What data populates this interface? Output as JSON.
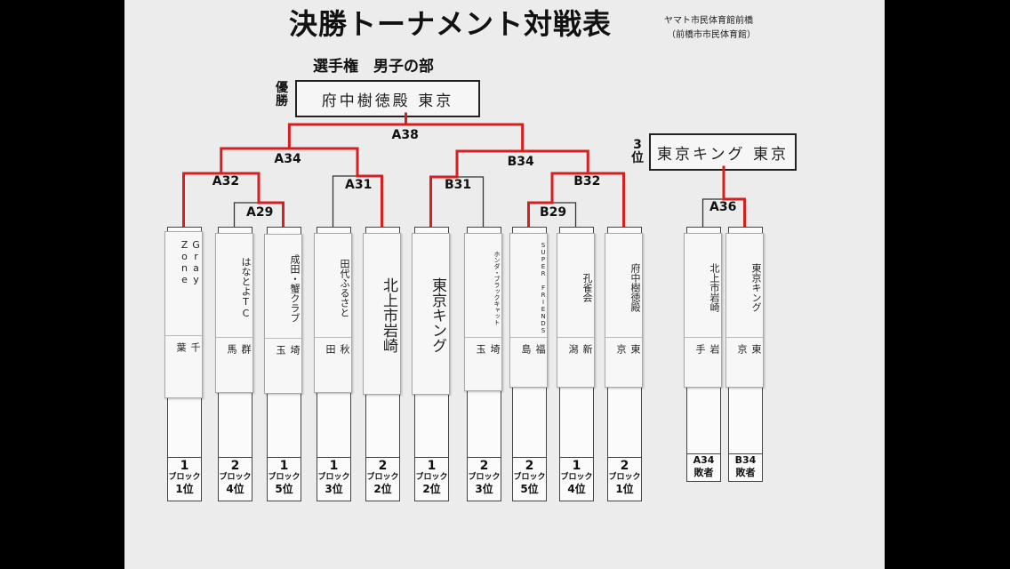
{
  "board": {
    "title": "決勝トーナメント対戦表",
    "venue_line1": "ヤマト市民体育館前橋",
    "venue_line2": "（前橋市市民体育館）",
    "subtitle": "選手権　男子の部",
    "champion_label": "優勝",
    "champion_name": "府中樹徳殿 東京",
    "third_label": "3位",
    "third_name": "東京キング 東京"
  },
  "matches": [
    "A38",
    "A34",
    "B34",
    "A32",
    "A31",
    "B31",
    "B32",
    "A29",
    "B29",
    "A36"
  ],
  "teams": [
    {
      "name": "Gray Zone",
      "pref": "千葉",
      "seed_no": "1",
      "seed_block": "ブロック",
      "seed_rank": "1位"
    },
    {
      "name": "はなとよTC",
      "pref": "群馬",
      "seed_no": "2",
      "seed_block": "ブロック",
      "seed_rank": "4位"
    },
    {
      "name": "成田・蟹クラブ",
      "pref": "埼玉",
      "seed_no": "1",
      "seed_block": "ブロック",
      "seed_rank": "5位"
    },
    {
      "name": "田代ふるさと",
      "pref": "秋田",
      "seed_no": "1",
      "seed_block": "ブロック",
      "seed_rank": "3位"
    },
    {
      "name": "北上市岩崎",
      "pref": "",
      "seed_no": "2",
      "seed_block": "ブロック",
      "seed_rank": "2位"
    },
    {
      "name": "東京キング",
      "pref": "",
      "seed_no": "1",
      "seed_block": "ブロック",
      "seed_rank": "2位"
    },
    {
      "name": "ホンダ・ブラックキャット",
      "pref": "埼玉",
      "seed_no": "2",
      "seed_block": "ブロック",
      "seed_rank": "3位"
    },
    {
      "name": "SUPER FRIENDS",
      "pref": "福島",
      "seed_no": "2",
      "seed_block": "ブロック",
      "seed_rank": "5位"
    },
    {
      "name": "孔雀会",
      "pref": "新潟",
      "seed_no": "1",
      "seed_block": "ブロック",
      "seed_rank": "4位"
    },
    {
      "name": "府中樹徳殿",
      "pref": "東京",
      "seed_no": "2",
      "seed_block": "ブロック",
      "seed_rank": "1位"
    },
    {
      "name": "北上市岩崎",
      "pref": "岩手",
      "seed_text": "A34\n敗者"
    },
    {
      "name": "東京キング",
      "pref": "東京",
      "seed_text": "B34\n敗者"
    }
  ]
}
